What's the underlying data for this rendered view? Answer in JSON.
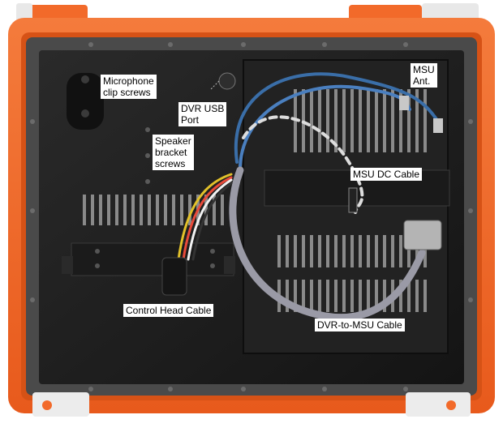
{
  "colors": {
    "case_orange": "#f26a2a",
    "panel_black": "#1e1e1e",
    "gasket_gray": "#4a4a4a"
  },
  "labels": {
    "microphone": [
      "Microphone",
      "clip screws"
    ],
    "dvr_usb": [
      "DVR  USB",
      "Port"
    ],
    "msu_ant": [
      "MSU",
      "Ant."
    ],
    "speaker": [
      "Speaker",
      "bracket",
      "screws"
    ],
    "msu_dc": "MSU DC Cable",
    "control_head": "Control Head Cable",
    "dvr_to_msu": "DVR-to-MSU Cable"
  }
}
